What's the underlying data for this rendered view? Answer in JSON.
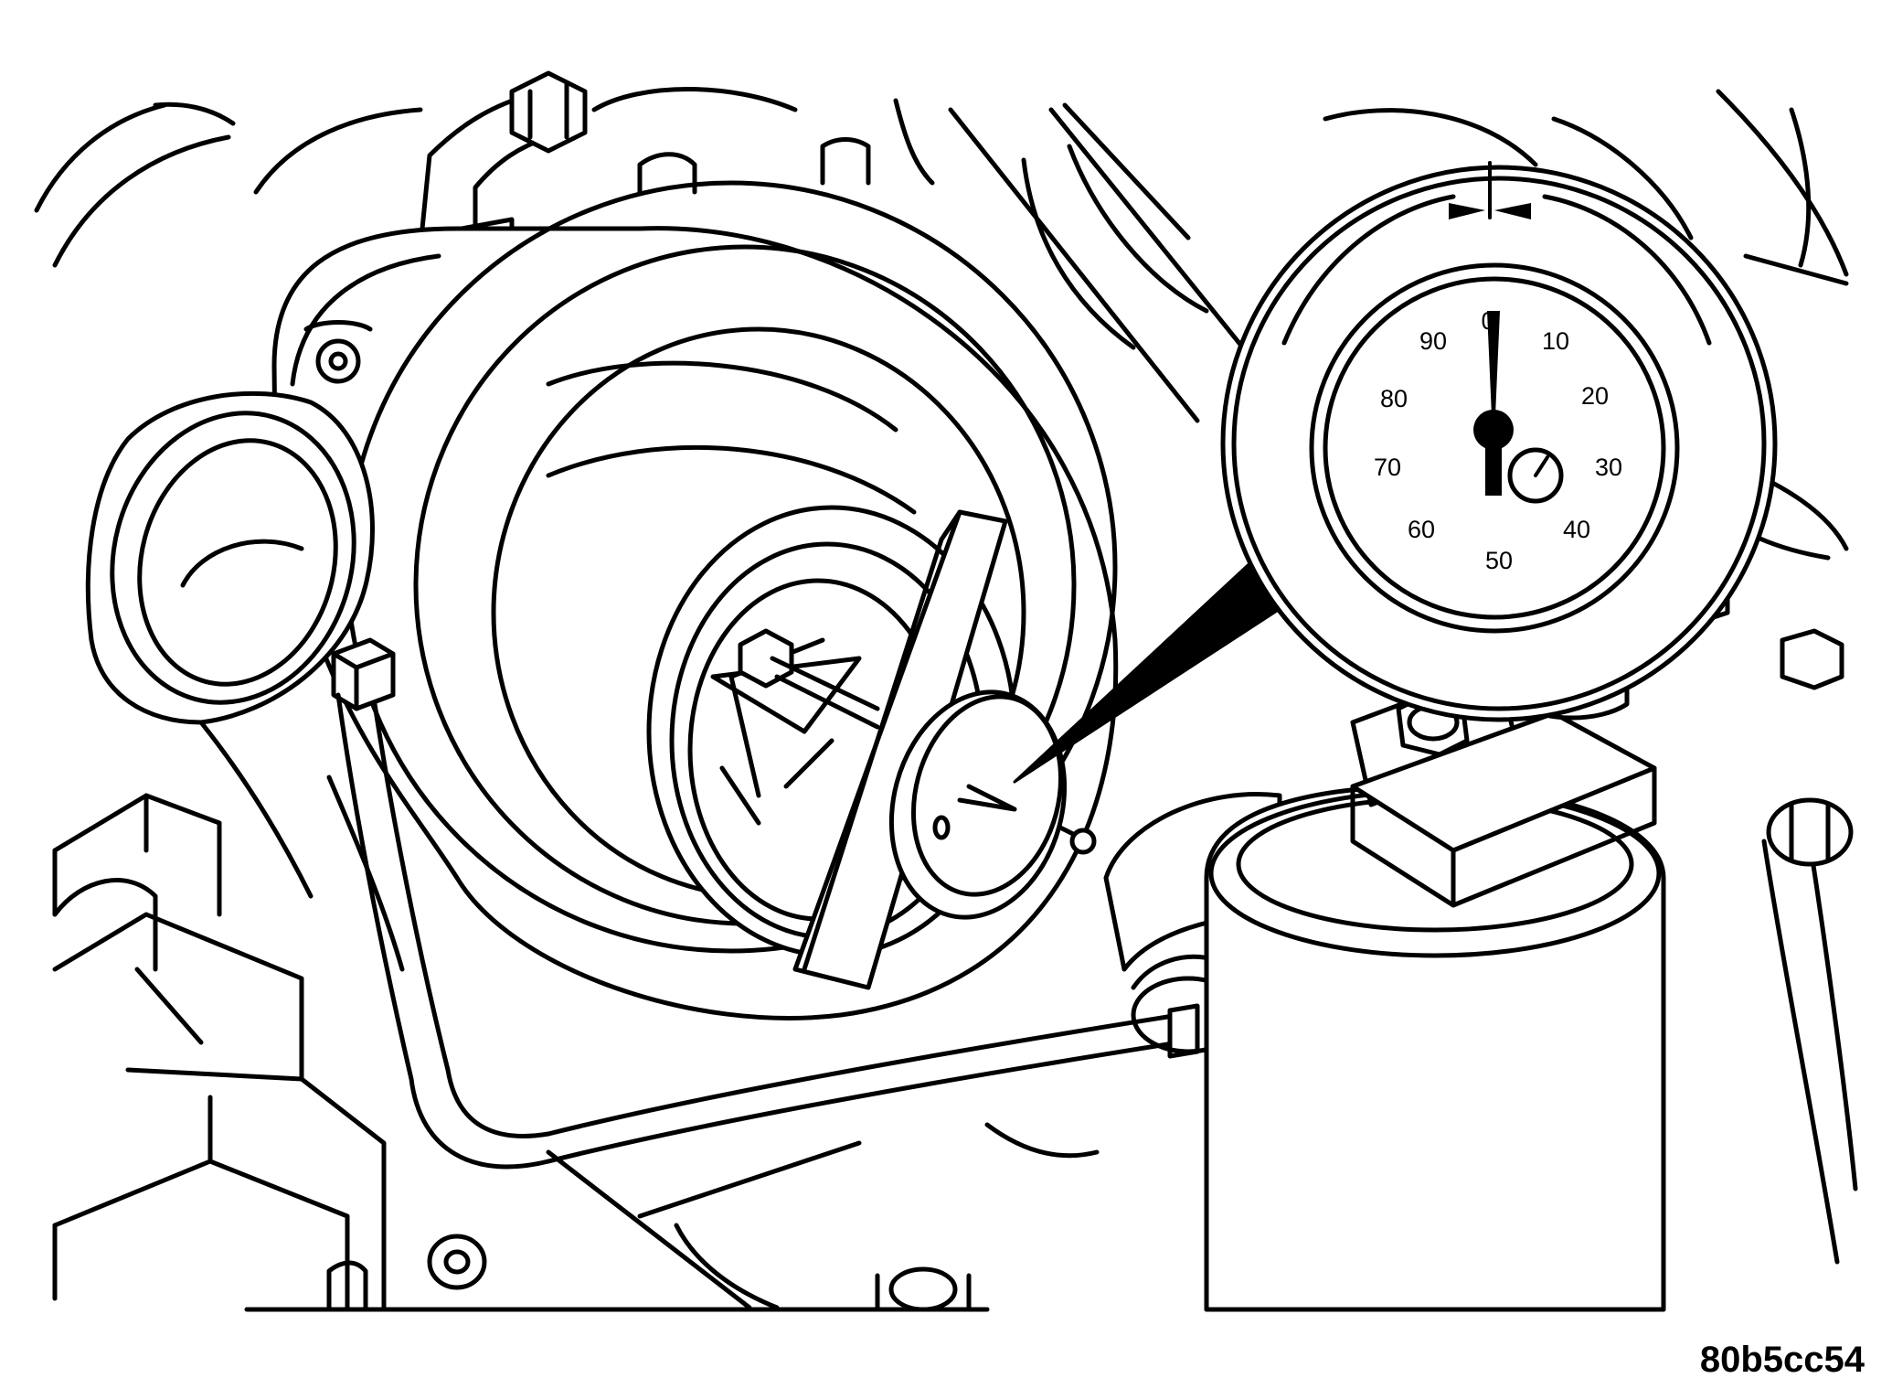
{
  "reference_code": "80b5cc54",
  "dial": {
    "labels": [
      "0",
      "10",
      "20",
      "30",
      "40",
      "50",
      "60",
      "70",
      "80",
      "90"
    ]
  }
}
